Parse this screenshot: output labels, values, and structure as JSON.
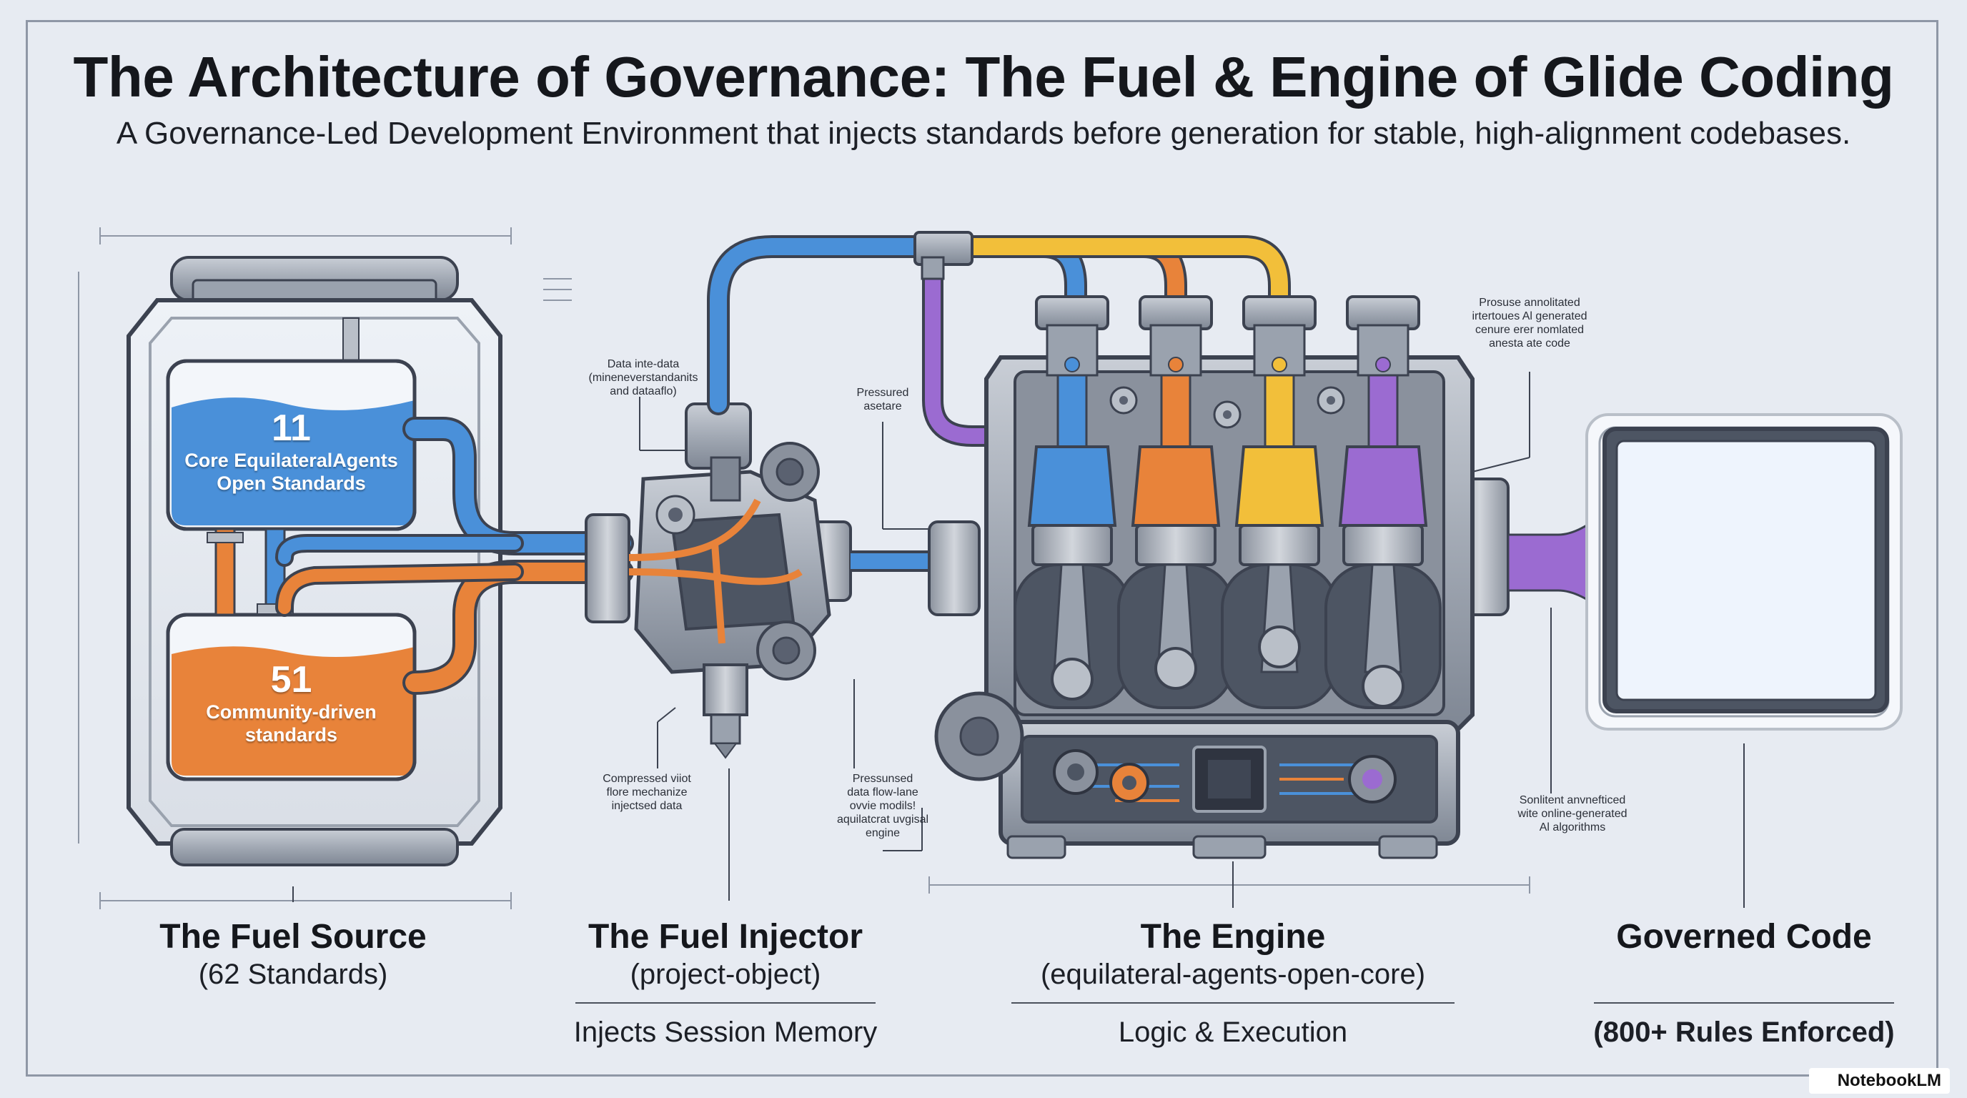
{
  "header": {
    "title": "The Architecture of Governance: The Fuel & Engine of Glide Coding",
    "subtitle": "A Governance-Led Development Environment that injects standards before generation for stable, high-alignment codebases."
  },
  "tanks": {
    "top": {
      "number": "11",
      "line1": "Core EquilateralAgents",
      "line2": "Open Standards"
    },
    "bottom": {
      "number": "51",
      "line1": "Community-driven",
      "line2": "standards"
    }
  },
  "annotations": {
    "data_note": "Data inte-data\n(mineneverstandanits\nand dataaflo)",
    "pressured_note": "Pressured\nasetare",
    "compressed_note": "Compressed viiot\nflore mechanize\ninjectsed data",
    "pressunsed_note": "Pressunsed\ndata flow-lane\novvie modils!\naquilatcrat uvgisal\nengine",
    "prosuse_note": "Prosuse annolitated\nirtertoues Al generated\ncenure erer nomlated\nanesta ate code",
    "sonlient_note": "Sonlitent anvnefticed\nwite online-generated\nAl algorithms"
  },
  "columns": [
    {
      "heading": "The Fuel Source",
      "sub": "(62 Standards)",
      "desc": ""
    },
    {
      "heading": "The Fuel Injector",
      "sub": "(project-object)",
      "desc": "Injects Session Memory"
    },
    {
      "heading": "The Engine",
      "sub": "(equilateral-agents-open-core)",
      "desc": "Logic & Execution"
    },
    {
      "heading": "Governed Code",
      "sub": "",
      "desc": "(800+ Rules Enforced)"
    }
  ],
  "branding": {
    "label": "NotebookLM"
  },
  "colors": {
    "blue": "#4a90d9",
    "orange": "#e8833a",
    "yellow": "#f2bf3a",
    "purple": "#9b6bd1",
    "metal": "#9aa2ae",
    "outline": "#3c4250"
  },
  "icons": [
    "gear-icon",
    "chip-icon",
    "notebook-logo-icon"
  ]
}
